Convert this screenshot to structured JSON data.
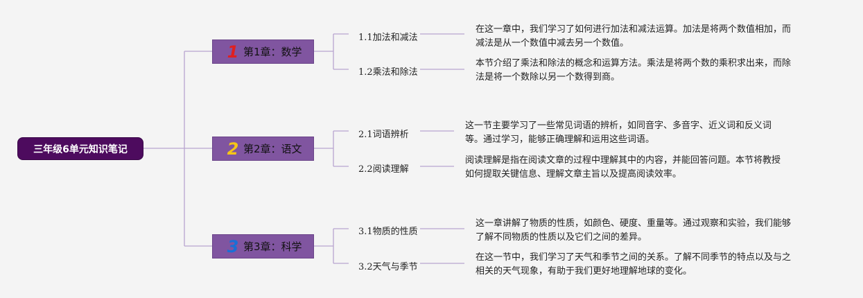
{
  "root": {
    "title": "三年级6单元知识笔记"
  },
  "chapters": [
    {
      "number": "1",
      "number_color": "#e02020",
      "title": "第1章：数学",
      "sections": [
        {
          "title": "1.1加法和减法",
          "desc_lines": [
            "在这一章中，我们学习了如何进行加法和减法运算。加法是将两个数值相加，而",
            "减法是从一个数值中减去另一个数值。"
          ]
        },
        {
          "title": "1.2乘法和除法",
          "desc_lines": [
            "本节介绍了乘法和除法的概念和运算方法。乘法是将两个数的乘积求出来，而除",
            "法是将一个数除以另一个数得到商。"
          ]
        }
      ]
    },
    {
      "number": "2",
      "number_color": "#f5c518",
      "title": "第2章：语文",
      "sections": [
        {
          "title": "2.1词语辨析",
          "desc_lines": [
            "这一节主要学习了一些常见词语的辨析，如同音字、多音字、近义词和反义词",
            "等。通过学习，能够正确理解和运用这些词语。"
          ]
        },
        {
          "title": "2.2阅读理解",
          "desc_lines": [
            "阅读理解是指在阅读文章的过程中理解其中的内容，并能回答问题。本节将教授",
            "如何提取关键信息、理解文章主旨以及提高阅读效率。"
          ]
        }
      ]
    },
    {
      "number": "3",
      "number_color": "#1a6fd6",
      "title": "第3章：科学",
      "sections": [
        {
          "title": "3.1物质的性质",
          "desc_lines": [
            "这一章讲解了物质的性质，如颜色、硬度、重量等。通过观察和实验，我们能够",
            "了解不同物质的性质以及它们之间的差异。"
          ]
        },
        {
          "title": "3.2天气与季节",
          "desc_lines": [
            "在这一节中，我们学习了天气和季节之间的关系。了解不同季节的特点以及与之",
            "相关的天气现象，有助于我们更好地理解地球的变化。"
          ]
        }
      ]
    }
  ],
  "colors": {
    "root_bg": "#4d0b5e",
    "chapter_bg": "#8055a0",
    "line": "#b8a3cf",
    "background": "#f4f4f4"
  }
}
